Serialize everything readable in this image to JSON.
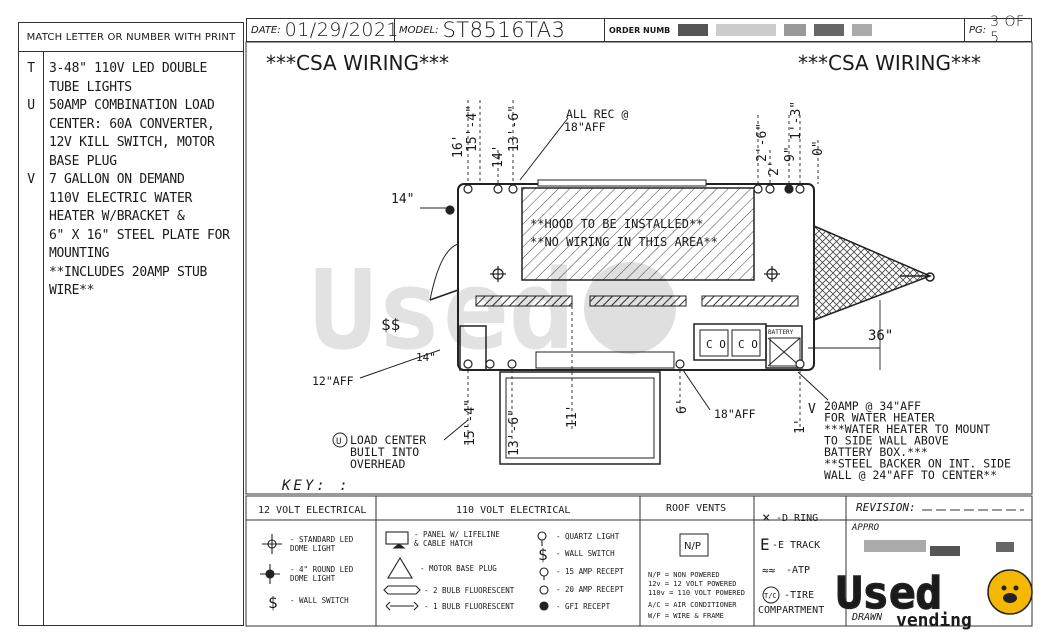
{
  "legend": {
    "heading": "MATCH LETTER OR NUMBER WITH PRINT",
    "items": [
      {
        "letter": "T",
        "text": "3-48\" 110V LED DOUBLE\nTUBE LIGHTS"
      },
      {
        "letter": "U",
        "text": "50AMP COMBINATION LOAD\nCENTER: 60A CONVERTER,\n12V KILL SWITCH, MOTOR\nBASE PLUG"
      },
      {
        "letter": "V",
        "text": "7 GALLON ON DEMAND\n110V ELECTRIC WATER\nHEATER W/BRACKET &\n6\" X 16\" STEEL PLATE FOR\nMOUNTING\n**INCLUDES 20AMP STUB\nWIRE**"
      }
    ]
  },
  "header": {
    "date_label": "DATE:",
    "date": "01/29/2021",
    "model_label": "MODEL:",
    "model": "ST8516TA3",
    "order_label": "ORDER NUMB",
    "page_label": "PG:",
    "page": "3 OF 5"
  },
  "drawing": {
    "title_left": "***CSA WIRING***",
    "title_right": "***CSA WIRING***",
    "hood_line1": "**HOOD TO BE INSTALLED**",
    "hood_line2": "**NO WIRING IN THIS AREA**",
    "battery": "BATTERY",
    "sink1": "C O",
    "sink2": "C O",
    "dims": {
      "d16": "16'",
      "d15_4_top": "15'-4\"",
      "d13_6_top": "13'-6\"",
      "d14_top": "14'",
      "d2_6": "2'-6\"",
      "d2": "2'",
      "d1_3": "1'-3\"",
      "d9": "9\"",
      "d0": "0\"",
      "d14in": "14\"",
      "d14in_b": "14\"",
      "d36": "36\"",
      "d15_4_bot": "15'-4\"",
      "d13_6_bot": "13'-6\"",
      "d11": "11'",
      "d6": "6'",
      "d1": "1'",
      "dollar": "$$"
    },
    "notes": {
      "all_rec": "ALL REC @\n18\"AFF",
      "aff12": "12\"AFF",
      "aff18": "18\"AFF",
      "load_center_letter": "U",
      "load_center": "LOAD CENTER\nBUILT INTO\nOVERHEAD",
      "heater_letter": "V",
      "heater": "20AMP @ 34\"AFF\nFOR WATER HEATER\n***WATER HEATER TO MOUNT\nTO SIDE WALL ABOVE\nBATTERY BOX.***\n**STEEL BACKER ON INT. SIDE\nWALL @ 24\"AFF TO CENTER**"
    }
  },
  "key": {
    "label": "KEY: :",
    "col12_title": "12 VOLT ELECTRICAL",
    "col110_title": "110 VOLT ELECTRICAL",
    "roof_title": "ROOF VENTS",
    "rev_label": "REVISION:",
    "appr_label": "APPRO",
    "drawn_label": "DRAWN",
    "v12": [
      "- STANDARD LED\nDOME LIGHT",
      "- 4\" ROUND LED\nDOME LIGHT",
      "- WALL SWITCH"
    ],
    "v110_left": [
      "- PANEL W/ LIFELINE\n& CABLE HATCH",
      "- MOTOR BASE PLUG",
      "- 2 BULB FLUORESCENT",
      "- 1 BULB FLUORESCENT"
    ],
    "v110_right": [
      "- QUARTZ LIGHT",
      "- WALL SWITCH",
      "- 15 AMP RECEPT",
      "- 20 AMP RECEPT",
      "- GFI RECEPT"
    ],
    "np_box": "N/P",
    "roof_notes": [
      "N/P  = NON POWERED",
      "12v  = 12 VOLT POWERED",
      "110v = 110 VOLT POWERED",
      "A/C  = AIR CONDITIONER",
      "W/F  = WIRE & FRAME"
    ],
    "sym_ring": "-D RING",
    "sym_track": "-E TRACK",
    "sym_atp": "-ATP",
    "sym_tc": "T/C",
    "sym_tire": "-TIRE",
    "compartment": "COMPARTMENT"
  },
  "logo": {
    "word": "Used",
    "sub": "vending"
  }
}
